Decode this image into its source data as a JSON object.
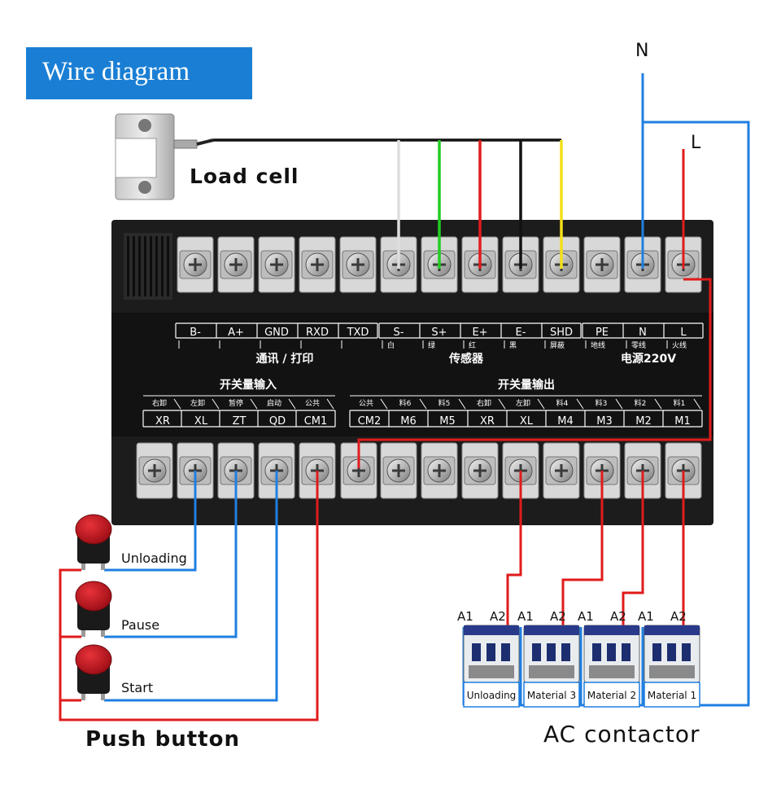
{
  "title": "Wire diagram",
  "labels": {
    "load_cell": "Load cell",
    "push_button": "Push button",
    "ac_contactor": "AC contactor",
    "neutral": "N",
    "live": "L",
    "buttons": [
      "Unloading",
      "Pause",
      "Start"
    ]
  },
  "top_terminals": [
    {
      "label": "B-",
      "sub": ""
    },
    {
      "label": "A+",
      "sub": ""
    },
    {
      "label": "GND",
      "sub": ""
    },
    {
      "label": "RXD",
      "sub": ""
    },
    {
      "label": "TXD",
      "sub": ""
    },
    {
      "label": "S-",
      "sub": "白"
    },
    {
      "label": "S+",
      "sub": "绿"
    },
    {
      "label": "E+",
      "sub": "红"
    },
    {
      "label": "E-",
      "sub": "黑"
    },
    {
      "label": "SHD",
      "sub": "屏蔽"
    },
    {
      "label": "PE",
      "sub": "地线"
    },
    {
      "label": "N",
      "sub": "零线"
    },
    {
      "label": "L",
      "sub": "火线"
    }
  ],
  "top_groups": {
    "comm": "通讯 / 打印",
    "sensor": "传感器",
    "power": "电源220V"
  },
  "bottom_groups": {
    "input": "开关量输入",
    "output": "开关量输出"
  },
  "bottom_terminals": [
    {
      "label": "XR",
      "sub": "右卸"
    },
    {
      "label": "XL",
      "sub": "左卸"
    },
    {
      "label": "ZT",
      "sub": "暂停"
    },
    {
      "label": "QD",
      "sub": "启动"
    },
    {
      "label": "CM1",
      "sub": "公共"
    },
    {
      "label": "CM2",
      "sub": "公共"
    },
    {
      "label": "M6",
      "sub": "料6"
    },
    {
      "label": "M5",
      "sub": "料5"
    },
    {
      "label": "XR",
      "sub": "右卸"
    },
    {
      "label": "XL",
      "sub": "左卸"
    },
    {
      "label": "M4",
      "sub": "料4"
    },
    {
      "label": "M3",
      "sub": "料3"
    },
    {
      "label": "M2",
      "sub": "料2"
    },
    {
      "label": "M1",
      "sub": "料1"
    }
  ],
  "contactors": [
    {
      "name": "Unloading",
      "a1": "A1",
      "a2": "A2"
    },
    {
      "name": "Material 3",
      "a1": "A1",
      "a2": "A2"
    },
    {
      "name": "Material 2",
      "a1": "A1",
      "a2": "A2"
    },
    {
      "name": "Material 1",
      "a1": "A1",
      "a2": "A2"
    }
  ],
  "colors": {
    "title_bg": "#1a7fd4",
    "wire_red": "#e01b1b",
    "wire_blue": "#1f7fe0",
    "wire_green": "#22cc22",
    "wire_yellow": "#f2e01a",
    "wire_black": "#111111",
    "wire_white": "#dddddd",
    "panel": "#1c1c1c"
  }
}
